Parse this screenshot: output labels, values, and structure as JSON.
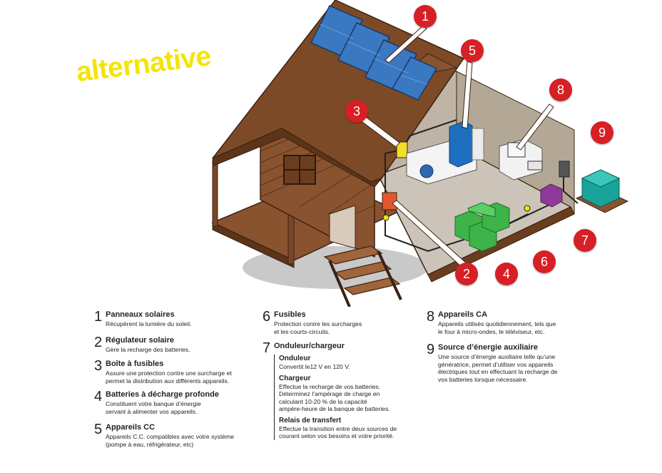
{
  "headline": "alternative",
  "callouts": [
    "1",
    "2",
    "3",
    "4",
    "5",
    "6",
    "7",
    "8",
    "9"
  ],
  "colors": {
    "callout": "#d71f26",
    "headline": "#f5e400",
    "wood": "#8a5330",
    "battery": "#3db34a",
    "inverter": "#e4572e",
    "fuse_box": "#f2df27",
    "fridge": "#1f6fc0",
    "generator": "#1aa39a",
    "transfer_relay": "#8d3a99"
  },
  "legend": {
    "col1": [
      {
        "num": "1",
        "title": "Panneaux solaires",
        "desc": "Récupèrent la lumière du soleil."
      },
      {
        "num": "2",
        "title": "Régulateur solaire",
        "desc": "Gère la recharge des batteries."
      },
      {
        "num": "3",
        "title": "Boîte à fusibles",
        "desc": "Assure une protection contre une surcharge et\npermet la distribution aux différents appareils."
      },
      {
        "num": "4",
        "title": "Batteries à décharge profonde",
        "desc": "Constituent votre banque d’énergie\nservant à alimenter vos appareils."
      },
      {
        "num": "5",
        "title": "Appareils CC",
        "desc": "Appareils C.C. compatibles avec votre système\n(pompe à eau, réfrigérateur, etc)"
      }
    ],
    "col2": [
      {
        "num": "6",
        "title": "Fusibles",
        "desc": "Protection contre les surcharges\net les courts-circuits."
      },
      {
        "num": "7",
        "title": "Onduleur/chargeur",
        "desc": ""
      }
    ],
    "col2_sub": [
      {
        "title": "Onduleur",
        "desc": "Convertit le12 V en 120 V."
      },
      {
        "title": "Chargeur",
        "desc": "Effectue la recharge de vos batteries.\nDéterminez l’ampérage de charge en\ncalculant 10-20 % de la capacité\nampère-heure de la banque de batteries."
      },
      {
        "title": "Relais de transfert",
        "desc": "Effectue la transition entre deux sources de\ncourant selon vos besoins et votre priorité."
      }
    ],
    "col3": [
      {
        "num": "8",
        "title": "Appareils CA",
        "desc": "Appareils utilisés quotidiennement, tels que\nle four à micro-ondes, le téléviseur, etc."
      },
      {
        "num": "9",
        "title": "Source d’énergie auxiliaire",
        "desc": "Une source d’énergie auxiliaire telle qu’une\ngénératrice, permet d’utiliser vos appareils\nélectriques tout en effectuant la recharge de\nvos batteries lorsque nécessaire."
      }
    ]
  }
}
